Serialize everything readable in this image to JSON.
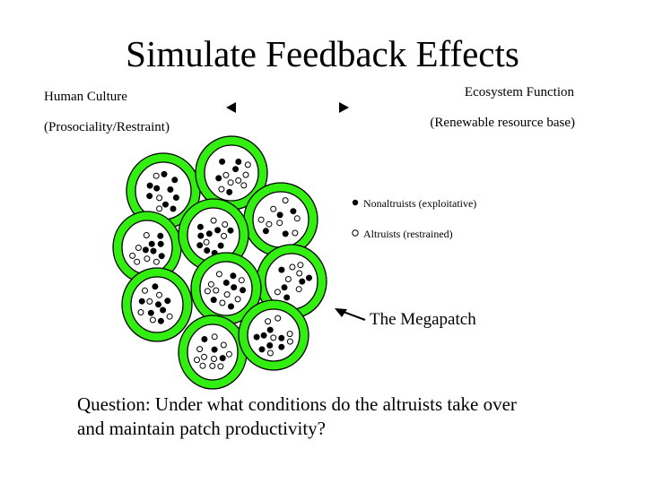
{
  "slide": {
    "title": "Simulate Feedback Effects",
    "left_label": "Human Culture",
    "left_sub": "(Prosociality/Restraint)",
    "right_label": "Ecosystem Function",
    "right_sub": "(Renewable resource base)",
    "legend": {
      "nonaltruists": "Nonaltruists (exploitative)",
      "altruists": "Altruists (restrained)"
    },
    "megapatch_label": "The Megapatch",
    "question_line1": "Question: Under what conditions do the altruists take over",
    "question_line2": "and maintain patch productivity?"
  },
  "colors": {
    "patch_ring": "#33ee11",
    "patch_fill": "#ffffff",
    "dot": "#000000"
  }
}
